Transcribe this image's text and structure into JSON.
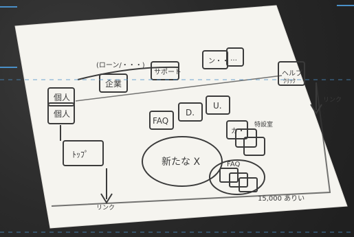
{
  "photo": {
    "background_color": "#2a2a2a",
    "paper_color": "#f5f4ef",
    "ink_color": "#3b3b3b",
    "frame_accent_color": "#4a90c8"
  },
  "sketch": {
    "top_bracket_label": "(ローン/・・・)",
    "top_boxes": [
      {
        "label": "個人"
      },
      {
        "label": "企業"
      },
      {
        "label": "サポート"
      },
      {
        "label": "ン・・"
      },
      {
        "label": "…"
      }
    ],
    "right_area": {
      "label1": "ヘルプ",
      "label2": "ｸﾘｯｸ",
      "label3": "リンク"
    },
    "mid_row": {
      "faq": "FAQ",
      "d": "D.",
      "u": "U.",
      "person": "カ・",
      "note": "特設室"
    },
    "left_column": {
      "top_label": "個人",
      "mid_label": "ﾄｯﾌﾟ",
      "bottom_label": "リンク"
    },
    "ellipse_left": {
      "text": "新たな X"
    },
    "ellipse_right": {
      "text": "FAQ"
    },
    "footer_note": "15,000 ありい"
  }
}
